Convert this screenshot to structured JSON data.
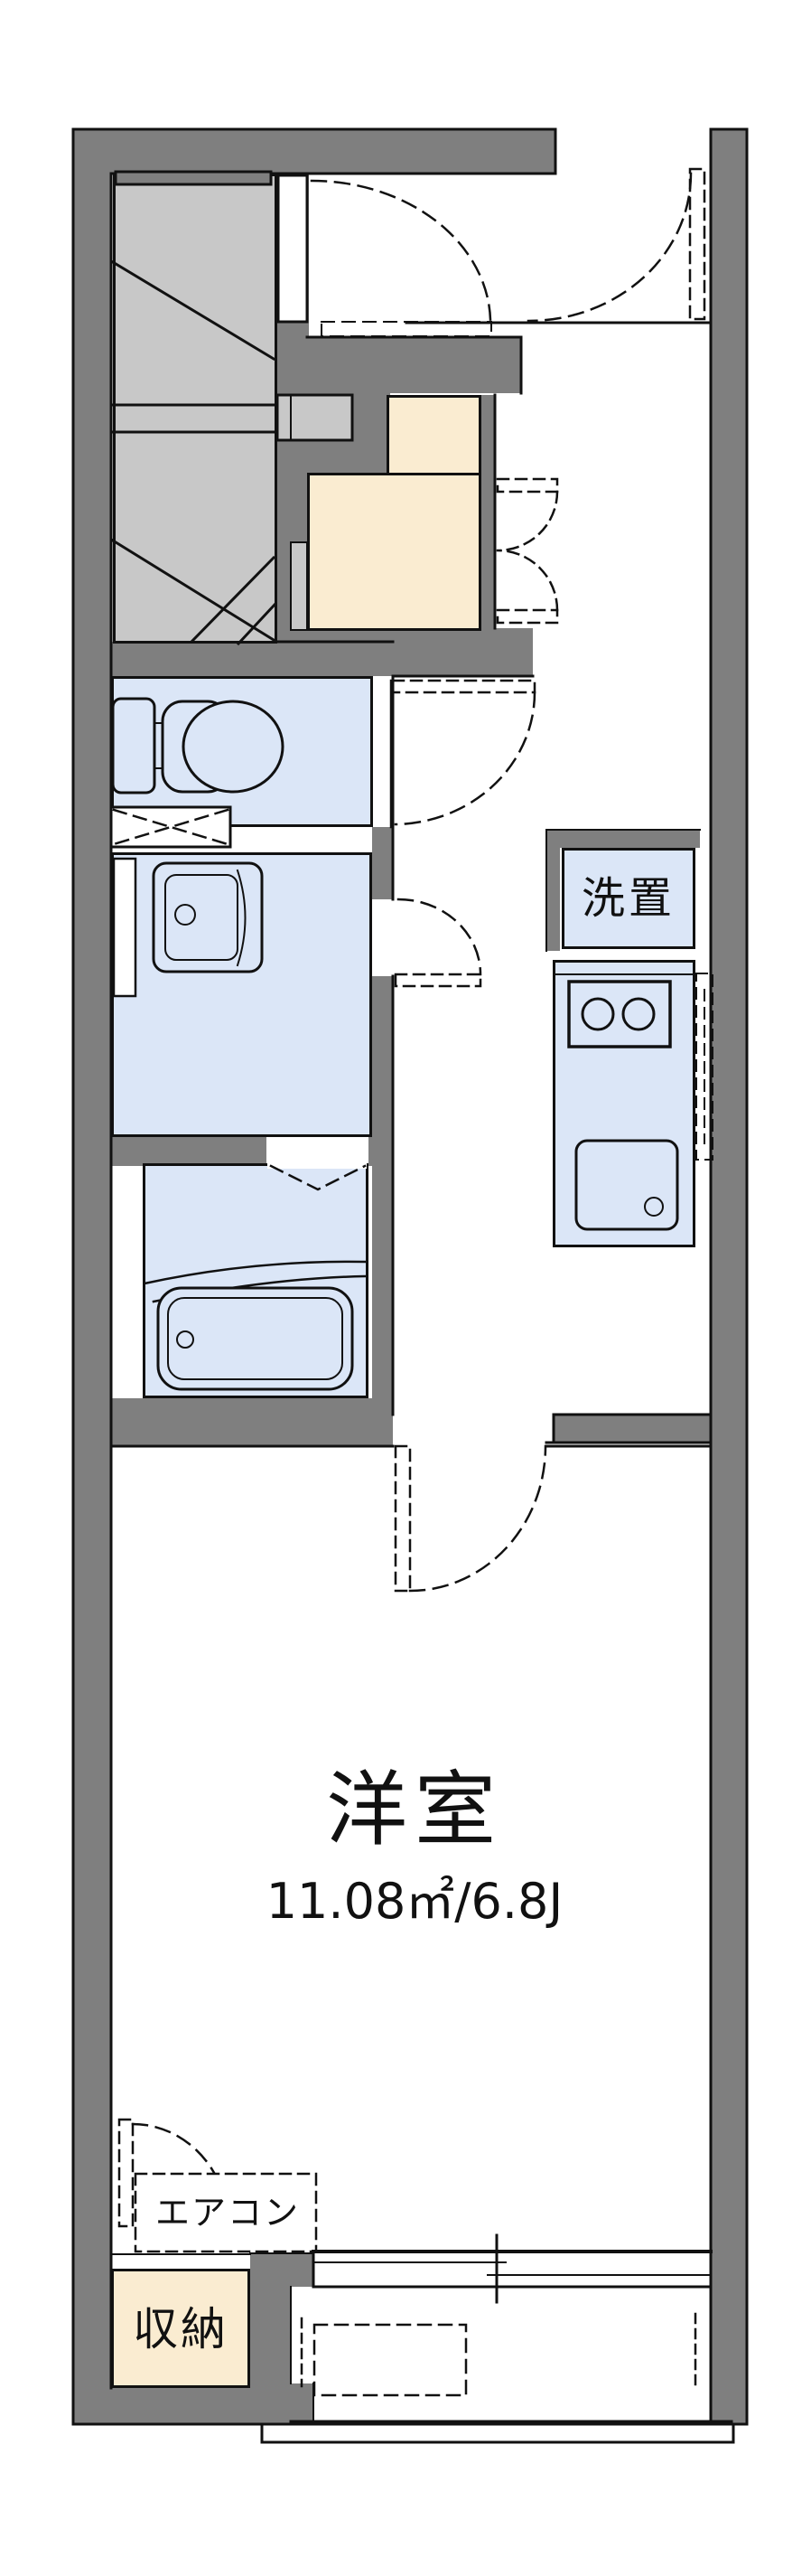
{
  "floor_plan": {
    "labels": {
      "washer_place": "洗置",
      "western_room": "洋室",
      "western_room_area": "11.08㎡/6.8J",
      "air_conditioner": "エアコン",
      "storage": "収納"
    },
    "rooms": [
      {
        "name": "staircase"
      },
      {
        "name": "entrance-genkan"
      },
      {
        "name": "hallway"
      },
      {
        "name": "toilet"
      },
      {
        "name": "washroom"
      },
      {
        "name": "bathroom"
      },
      {
        "name": "washer-space",
        "label": "洗置"
      },
      {
        "name": "kitchen"
      },
      {
        "name": "western-room",
        "label": "洋室",
        "area": "11.08㎡/6.8J"
      },
      {
        "name": "storage-closet",
        "label": "収納"
      },
      {
        "name": "air-conditioner-space",
        "label": "エアコン"
      },
      {
        "name": "balcony"
      }
    ],
    "colors": {
      "wall_gray": "#7f7f7f",
      "fixture_blue": "#dbe6f7",
      "entry_cream": "#faecd1",
      "stair_gray": "#c8c8c8",
      "line_black": "#111111",
      "background": "#ffffff"
    }
  }
}
